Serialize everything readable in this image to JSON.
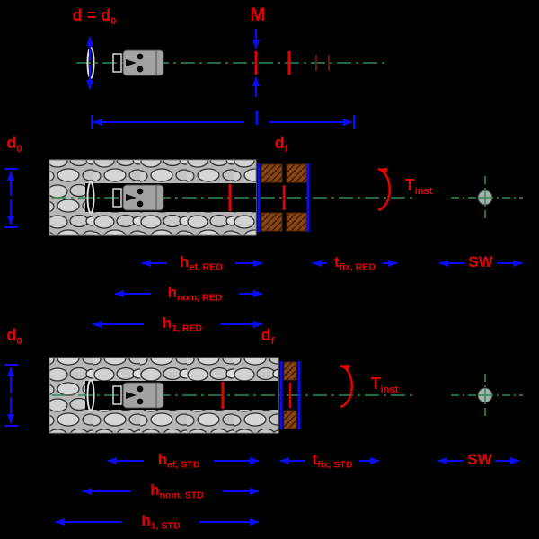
{
  "colors": {
    "background": "#000000",
    "red": "#e60000",
    "blue": "#0a0aff",
    "green": "#2e8b57",
    "concrete": "#b7b7b7",
    "stone_fill": "#d2d2d2",
    "stone_line": "#2f2f2f",
    "metal": "#a2a2a2",
    "brown": "#8b4513",
    "washer": "#e0e0e0"
  },
  "top_view": {
    "diameter_label": {
      "main": "d = d",
      "sub": "0"
    },
    "thread_label": "M",
    "length_label": "l"
  },
  "reduced_view": {
    "hole_diameter_label": {
      "main": "d",
      "sub": "0"
    },
    "fixture_hole_label": {
      "main": "d",
      "sub": "f"
    },
    "torque_label": {
      "main": "T",
      "sub": "inst"
    },
    "wrench_label": "SW",
    "dim_hef": {
      "main": "h",
      "sub": "ef, RED"
    },
    "dim_tfix": {
      "main": "t",
      "sub": "fix, RED"
    },
    "dim_hnom": {
      "main": "h",
      "sub": "nom, RED"
    },
    "dim_h1": {
      "main": "h",
      "sub": "1, RED"
    }
  },
  "standard_view": {
    "hole_diameter_label": {
      "main": "d",
      "sub": "0"
    },
    "fixture_hole_label": {
      "main": "d",
      "sub": "f"
    },
    "torque_label": {
      "main": "T",
      "sub": "inst"
    },
    "wrench_label": "SW",
    "dim_hef": {
      "main": "h",
      "sub": "ef, STD"
    },
    "dim_tfix": {
      "main": "t",
      "sub": "fix, STD"
    },
    "dim_hnom": {
      "main": "h",
      "sub": "nom, STD"
    },
    "dim_h1": {
      "main": "h",
      "sub": "1, STD"
    }
  }
}
